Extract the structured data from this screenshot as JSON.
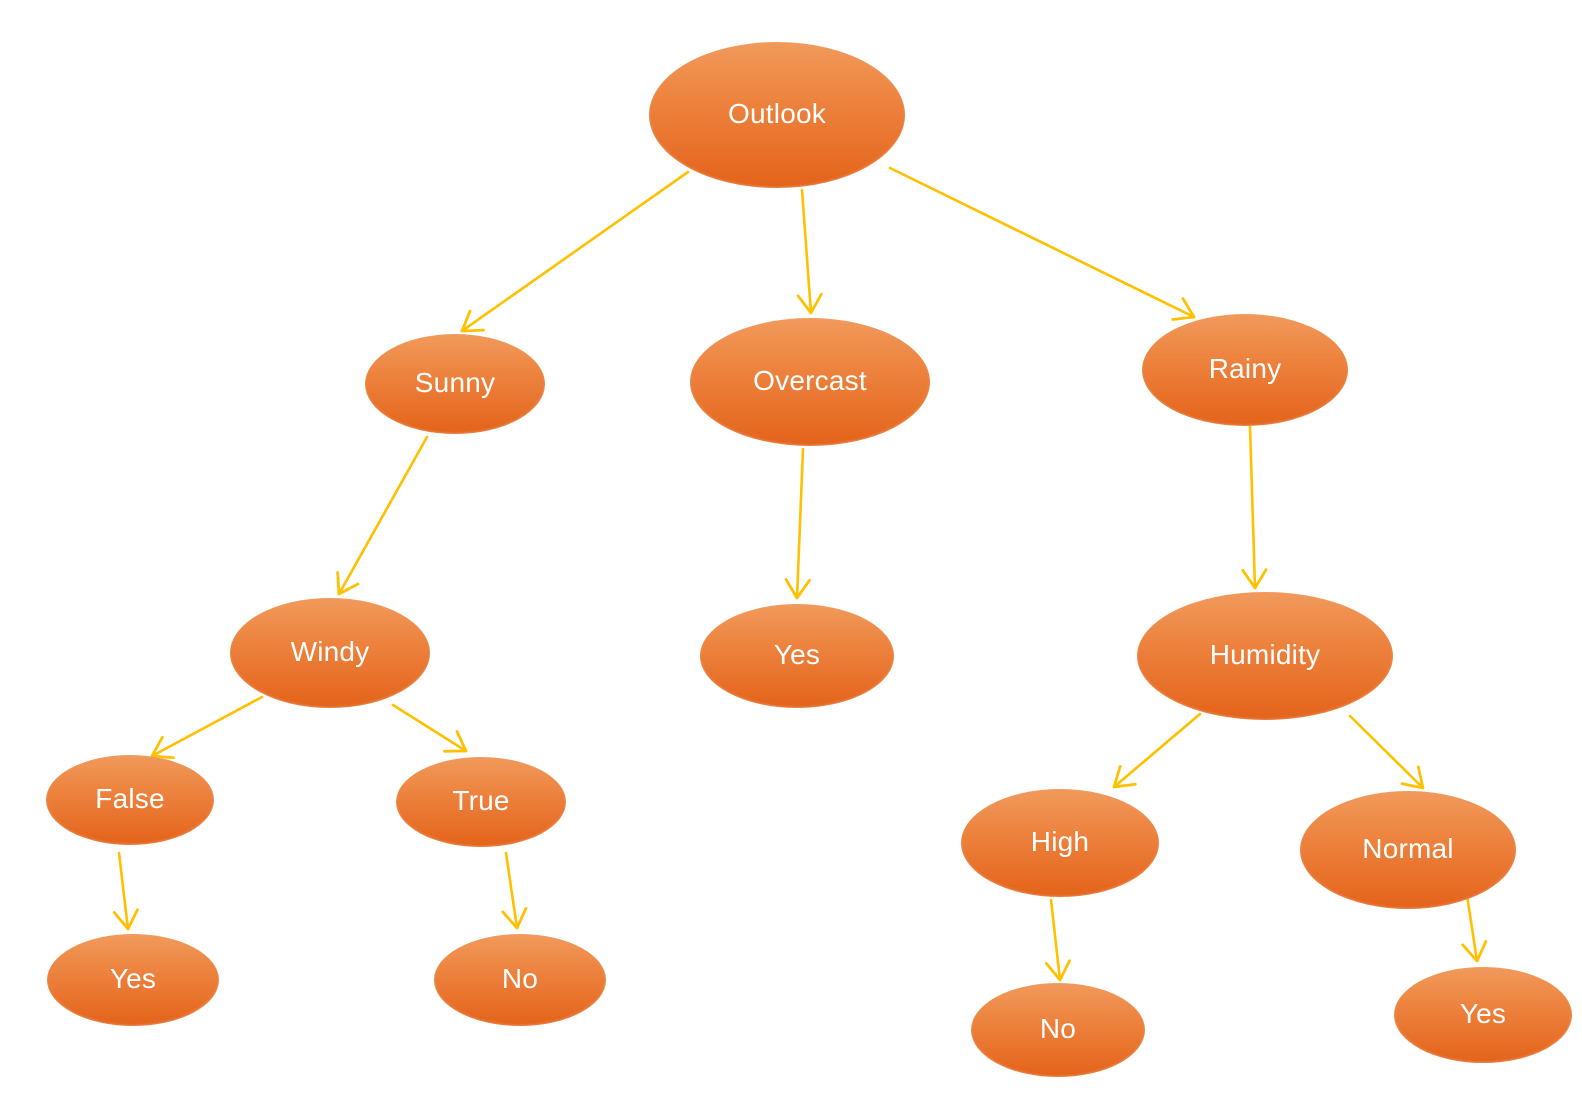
{
  "diagram": {
    "type": "decision-tree",
    "colors": {
      "node_gradient_top": "#F19A5C",
      "node_gradient_bottom": "#E4631A",
      "arrow": "#FFC000",
      "label_text": "#FFFFFF",
      "background": "#FFFFFF"
    },
    "nodes": [
      {
        "id": "outlook",
        "label": "Outlook"
      },
      {
        "id": "sunny",
        "label": "Sunny"
      },
      {
        "id": "overcast",
        "label": "Overcast"
      },
      {
        "id": "rainy",
        "label": "Rainy"
      },
      {
        "id": "windy",
        "label": "Windy"
      },
      {
        "id": "yes-under-overcast",
        "label": "Yes"
      },
      {
        "id": "humidity",
        "label": "Humidity"
      },
      {
        "id": "false",
        "label": "False"
      },
      {
        "id": "true",
        "label": "True"
      },
      {
        "id": "high",
        "label": "High"
      },
      {
        "id": "normal",
        "label": "Normal"
      },
      {
        "id": "yes-under-false",
        "label": "Yes"
      },
      {
        "id": "no-under-true",
        "label": "No"
      },
      {
        "id": "no-under-high",
        "label": "No"
      },
      {
        "id": "yes-under-normal",
        "label": "Yes"
      }
    ],
    "edges": [
      {
        "from": "outlook",
        "to": "sunny"
      },
      {
        "from": "outlook",
        "to": "overcast"
      },
      {
        "from": "outlook",
        "to": "rainy"
      },
      {
        "from": "sunny",
        "to": "windy"
      },
      {
        "from": "overcast",
        "to": "yes-under-overcast"
      },
      {
        "from": "rainy",
        "to": "humidity"
      },
      {
        "from": "windy",
        "to": "false"
      },
      {
        "from": "windy",
        "to": "true"
      },
      {
        "from": "false",
        "to": "yes-under-false"
      },
      {
        "from": "true",
        "to": "no-under-true"
      },
      {
        "from": "humidity",
        "to": "high"
      },
      {
        "from": "humidity",
        "to": "normal"
      },
      {
        "from": "high",
        "to": "no-under-high"
      },
      {
        "from": "normal",
        "to": "yes-under-normal"
      }
    ]
  }
}
